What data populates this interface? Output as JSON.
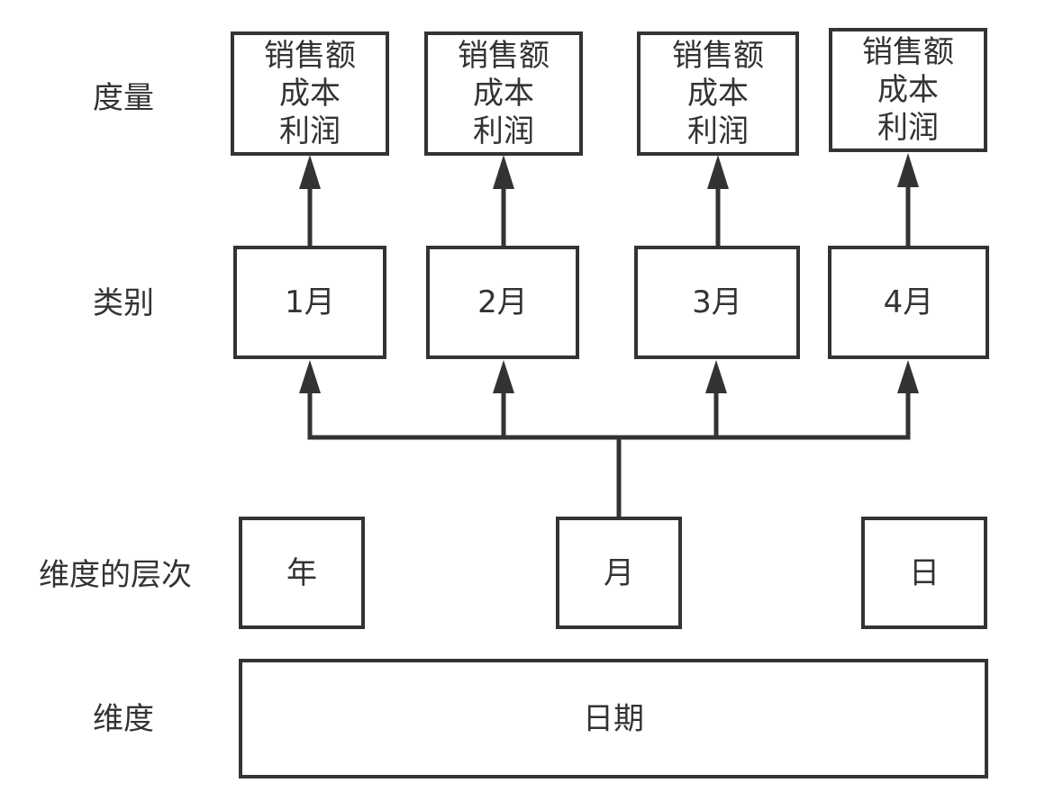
{
  "row_labels": {
    "measures": "度量",
    "categories": "类别",
    "hierarchy": "维度的层次",
    "dimension": "维度"
  },
  "measures": [
    {
      "lines": [
        "销售额",
        "成本",
        "利润"
      ]
    },
    {
      "lines": [
        "销售额",
        "成本",
        "利润"
      ]
    },
    {
      "lines": [
        "销售额",
        "成本",
        "利润"
      ]
    },
    {
      "lines": [
        "销售额",
        "成本",
        "利润"
      ]
    }
  ],
  "categories": [
    "1月",
    "2月",
    "3月",
    "4月"
  ],
  "hierarchy_levels": [
    "年",
    "月",
    "日"
  ],
  "dimension": "日期",
  "colors": {
    "stroke": "#333333",
    "background": "#ffffff"
  }
}
